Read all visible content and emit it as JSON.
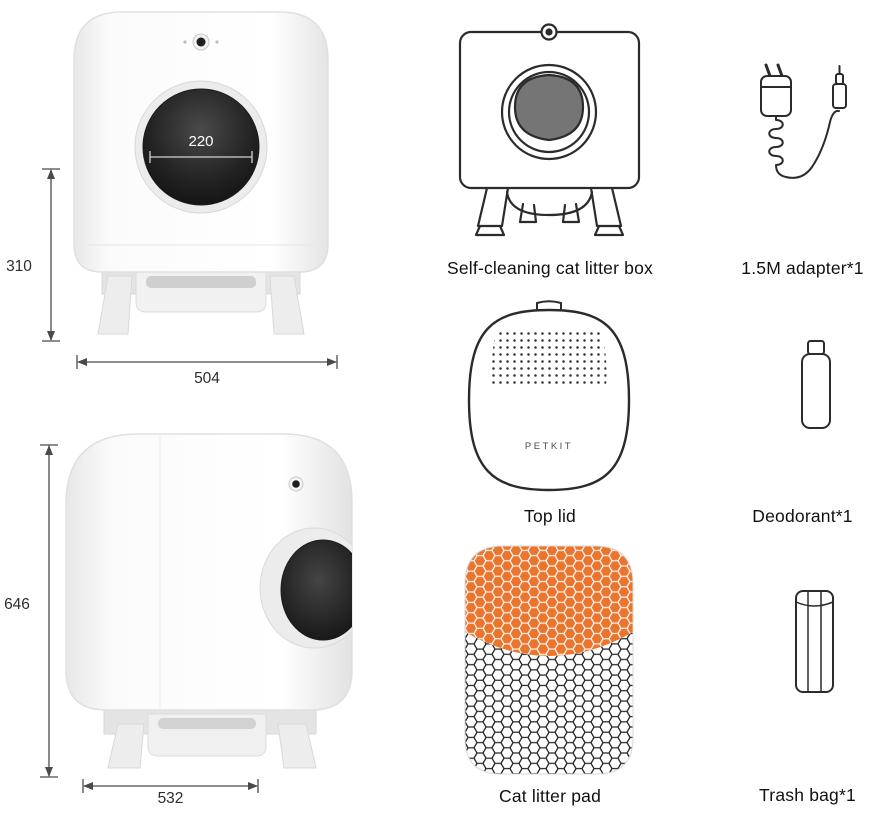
{
  "front_view": {
    "opening_width": "220",
    "height": "310",
    "width": "504"
  },
  "side_view": {
    "height": "646",
    "width": "532"
  },
  "items": {
    "litter_box": "Self-cleaning cat litter box",
    "adapter": "1.5M adapter*1",
    "top_lid": "Top lid",
    "deodorant": "Deodorant*1",
    "litter_pad": "Cat litter pad",
    "trash_bag": "Trash bag*1"
  },
  "brand": {
    "lid_text": "PETKIT"
  },
  "colors": {
    "pad_orange": "#EC752E",
    "line_dark": "#2b2b2b",
    "dimension": "#4a4a4a"
  }
}
